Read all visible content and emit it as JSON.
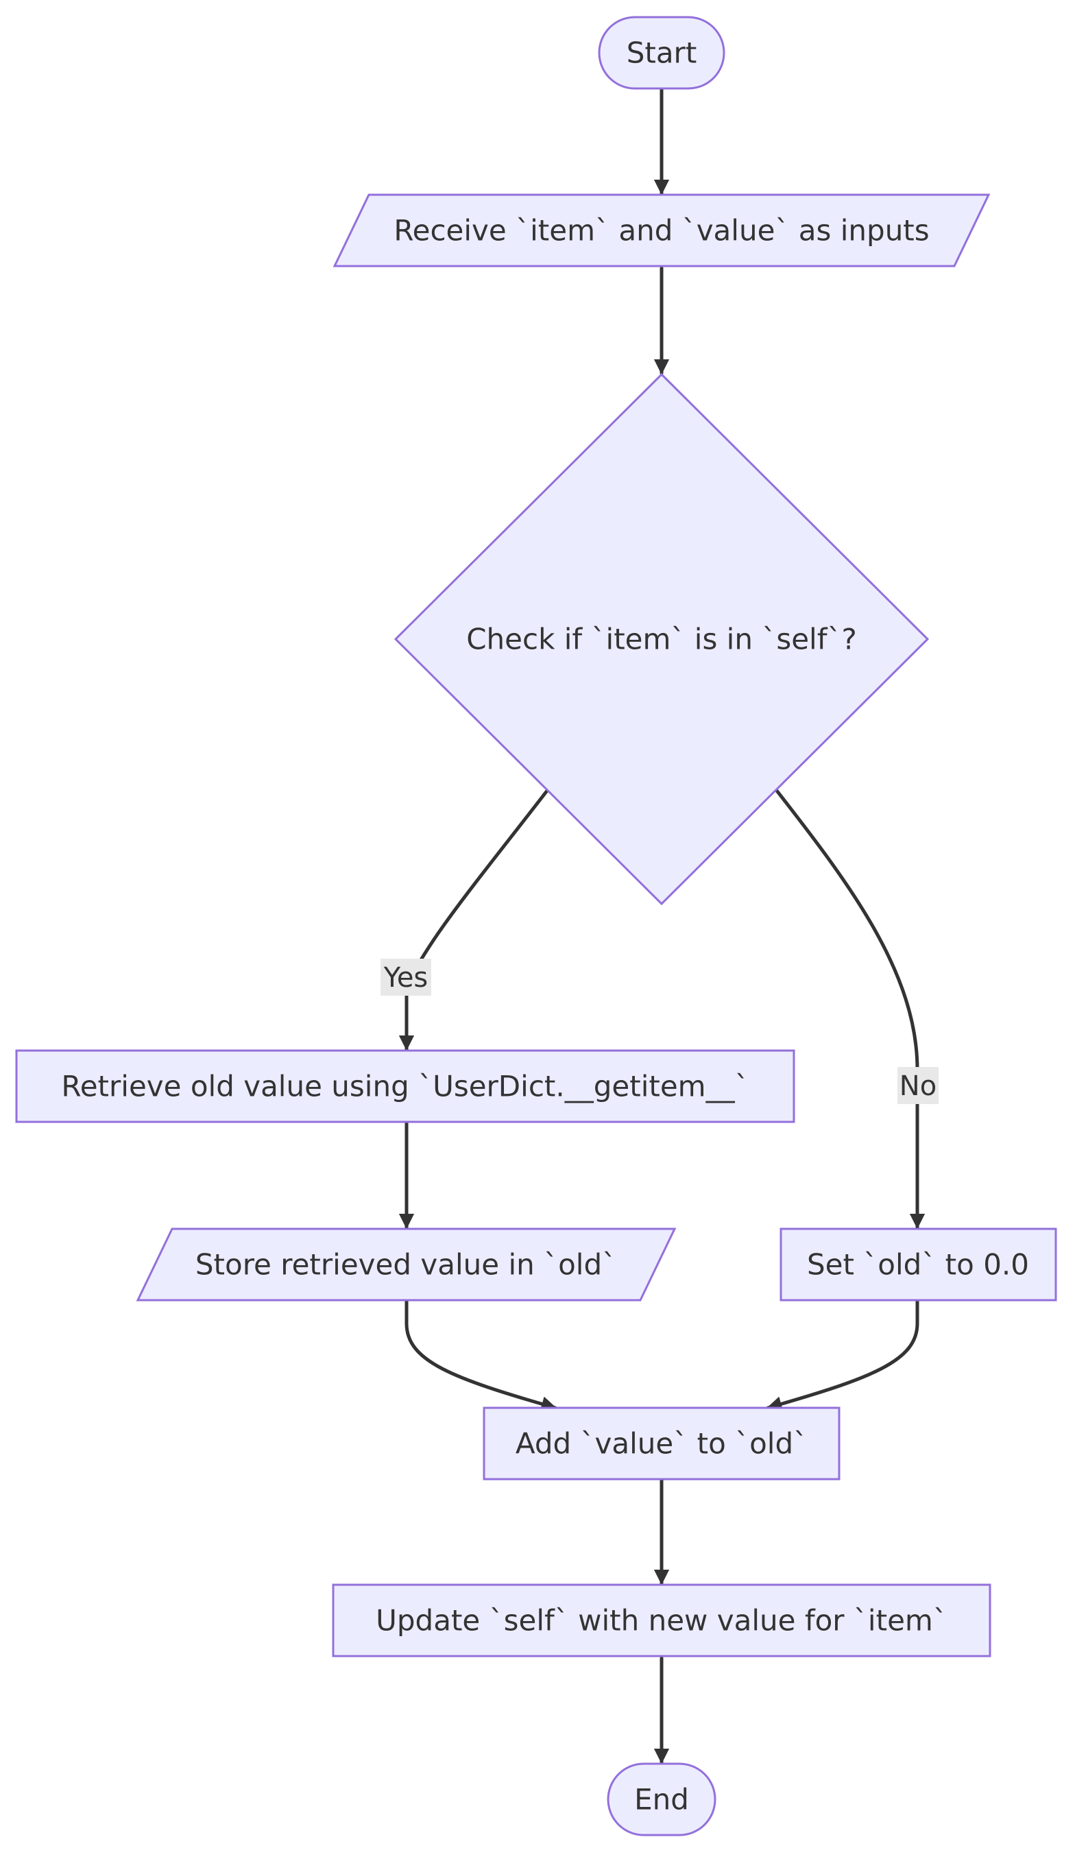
{
  "diagram": {
    "nodes": {
      "start": "Start",
      "receive_inputs": "Receive `item` and `value` as inputs",
      "check_item": "Check if `item` is in `self`?",
      "retrieve_old": "Retrieve old value using `UserDict.__getitem__`",
      "store_old": "Store retrieved value in `old`",
      "set_old_zero": "Set `old` to 0.0",
      "add_value": "Add `value` to `old`",
      "update_self": "Update `self` with new value for `item`",
      "end": "End"
    },
    "edges": {
      "yes_label": "Yes",
      "no_label": "No"
    },
    "colors": {
      "node_fill": "#ececff",
      "node_stroke": "#9370db",
      "edge_stroke": "#333333",
      "label_background": "#e8e8e8"
    }
  }
}
